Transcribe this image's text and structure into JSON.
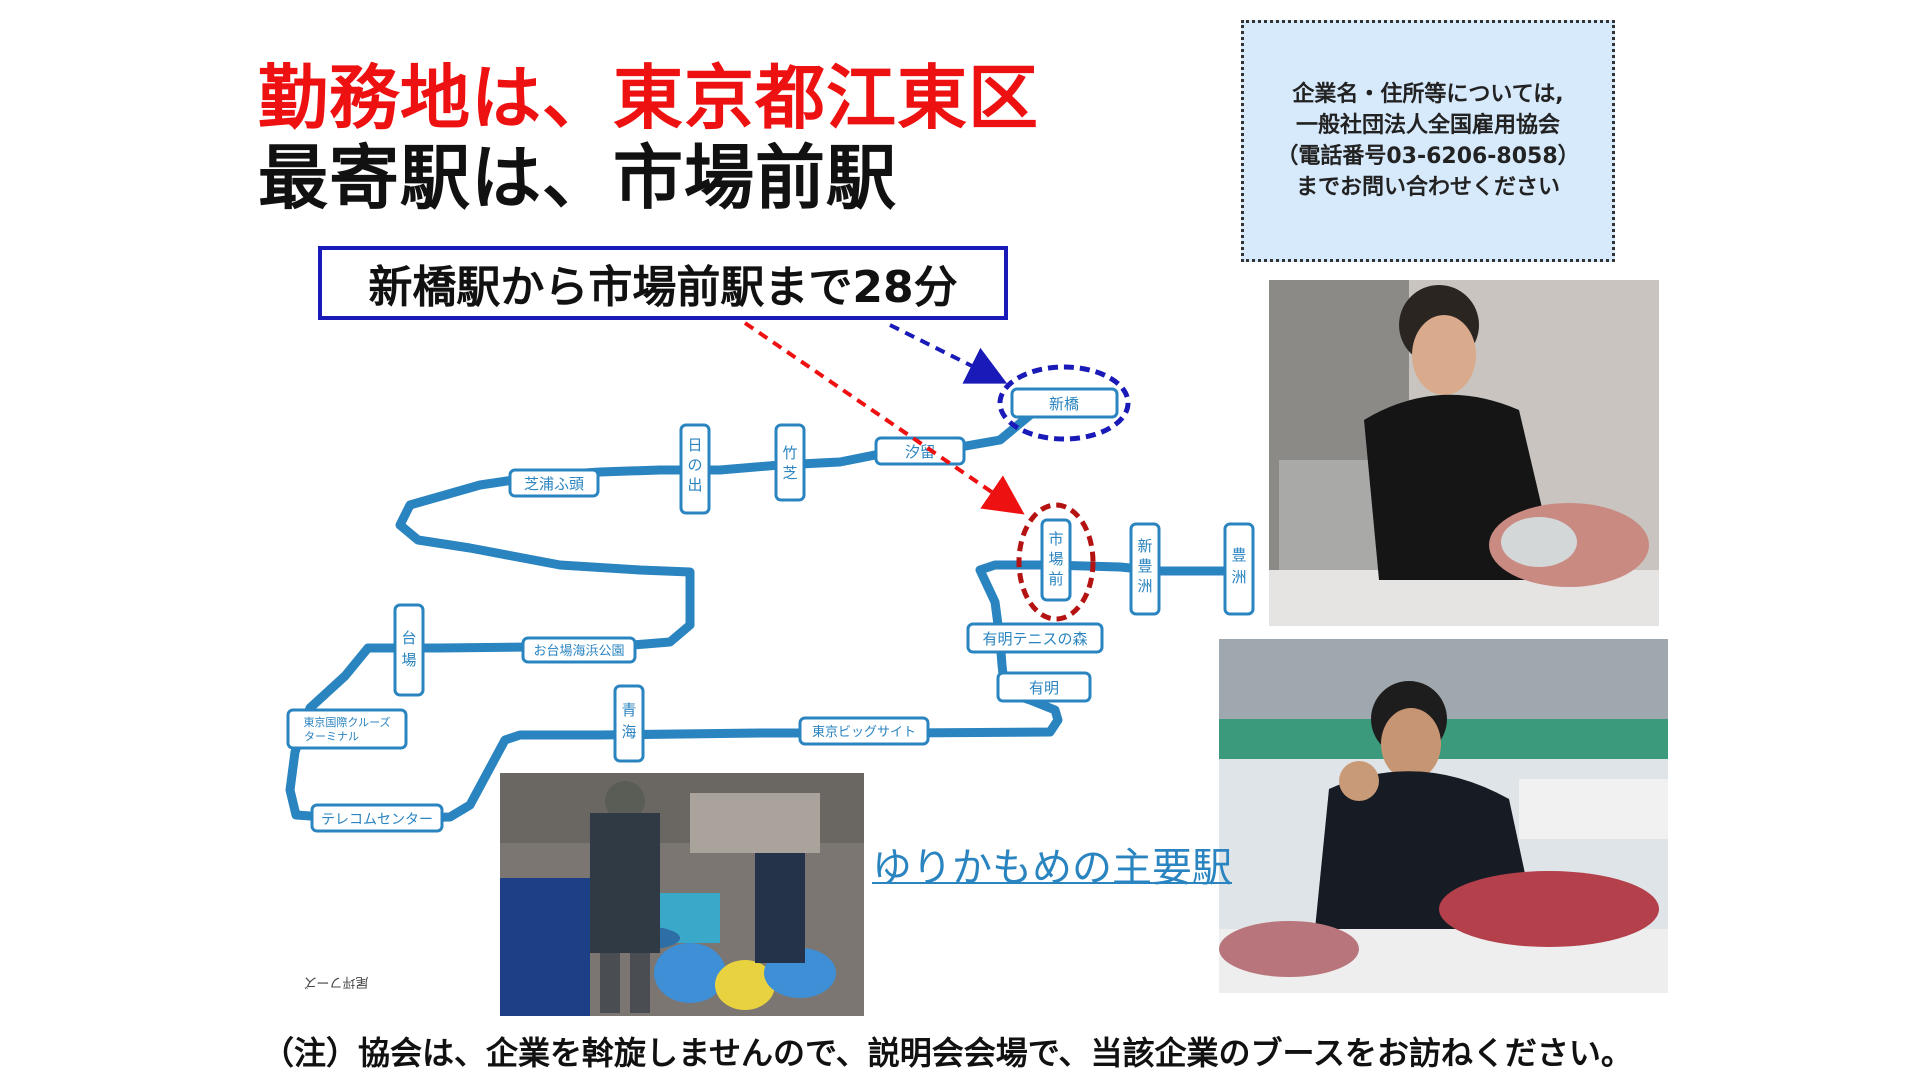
{
  "headline": {
    "line1": "勤務地は、東京都江東区",
    "line2": "最寄駅は、市場前駅"
  },
  "travel_time": "新橋駅から市場前駅まで28分",
  "contact": {
    "line1": "企業名・住所等については,",
    "line2": "一般社団法人全国雇用協会",
    "line3": "（電話番号03-6206-8058）",
    "line4": "までお問い合わせください"
  },
  "stations": {
    "shinbashi": "新橋",
    "shiodome": "汐留",
    "takeshiba": "竹芝",
    "hinode": "日の出",
    "shibaura": "芝浦ふ頭",
    "odaiba_kaihin": "お台場海浜公園",
    "daiba": "台場",
    "cruise_line1": "東京国際クルーズ",
    "cruise_line2": "ターミナル",
    "telecom": "テレコムセンター",
    "aomi": "青海",
    "big_sight": "東京ビッグサイト",
    "ariake": "有明",
    "ariake_tennis": "有明テニスの森",
    "shijo_mae": "市場前",
    "shin_toyosu": "新豊洲",
    "toyosu": "豊洲"
  },
  "map_caption": "ゆりかもめの主要駅",
  "photo_credit": "尾坪フーズ",
  "footnote": "（注）協会は、企業を斡旋しませんので、説明会会場で、当該企業のブースをお訪ねください。",
  "colors": {
    "route_line": "#2a84c0",
    "headline_red": "#ee1111",
    "travel_box_border": "#1a1ab8",
    "contact_bg": "#d7eafb",
    "arrow_blue": "#1a1ab8",
    "arrow_red": "#ee1111"
  }
}
